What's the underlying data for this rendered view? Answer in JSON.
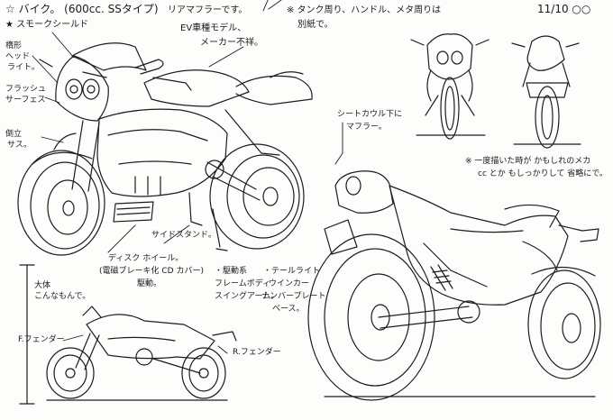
{
  "header": {
    "title_line1": "☆ バイク。 (600cc. SSタイプ)",
    "title_line2": "★ スモークシールド",
    "rear_muffler": "リアマフラーです。",
    "ev_model": "EV車種モデル、",
    "maker_unknown": "メーカー不祥。",
    "note_top_1": "※ タンク周り、ハンドル、メタ周りは",
    "note_top_2": "別紙で。",
    "date": "11/10 ○○"
  },
  "labels": {
    "headlight_l1": "楕形",
    "headlight_l2": "ヘッド",
    "headlight_l3": "ライト。",
    "flush_l1": "フラッシュ",
    "flush_l2": "サーフェス",
    "fork_l1": "倒立",
    "fork_l2": "サス。",
    "seat_muffler_l1": "シートカウル下に",
    "seat_muffler_l2": "マフラー。",
    "right_note_1": "※ 一度描いた時が かもしれのメカ",
    "right_note_2": "cc とか もしっかりして 省略にで。",
    "side_stand": "サイドスタンド。",
    "disc_l1": "ディスク ホイール。",
    "disc_l2": "(電磁ブレーキ化 CD カバー)",
    "disc_l3": "駆動。",
    "drive": "・駆動系",
    "tail_l1": "・テールライト",
    "tail_l2": "ウインカー",
    "tail_l3": "ナンバープレート",
    "tail_l4": "ベース。",
    "frame_l1": "フレームボディ",
    "frame_l2": "スイングアーム。",
    "size_l1": "大体",
    "size_l2": "こんなもんで。",
    "front_fender": "F.フェンダー",
    "rear_fender": "R.フェンダー"
  }
}
